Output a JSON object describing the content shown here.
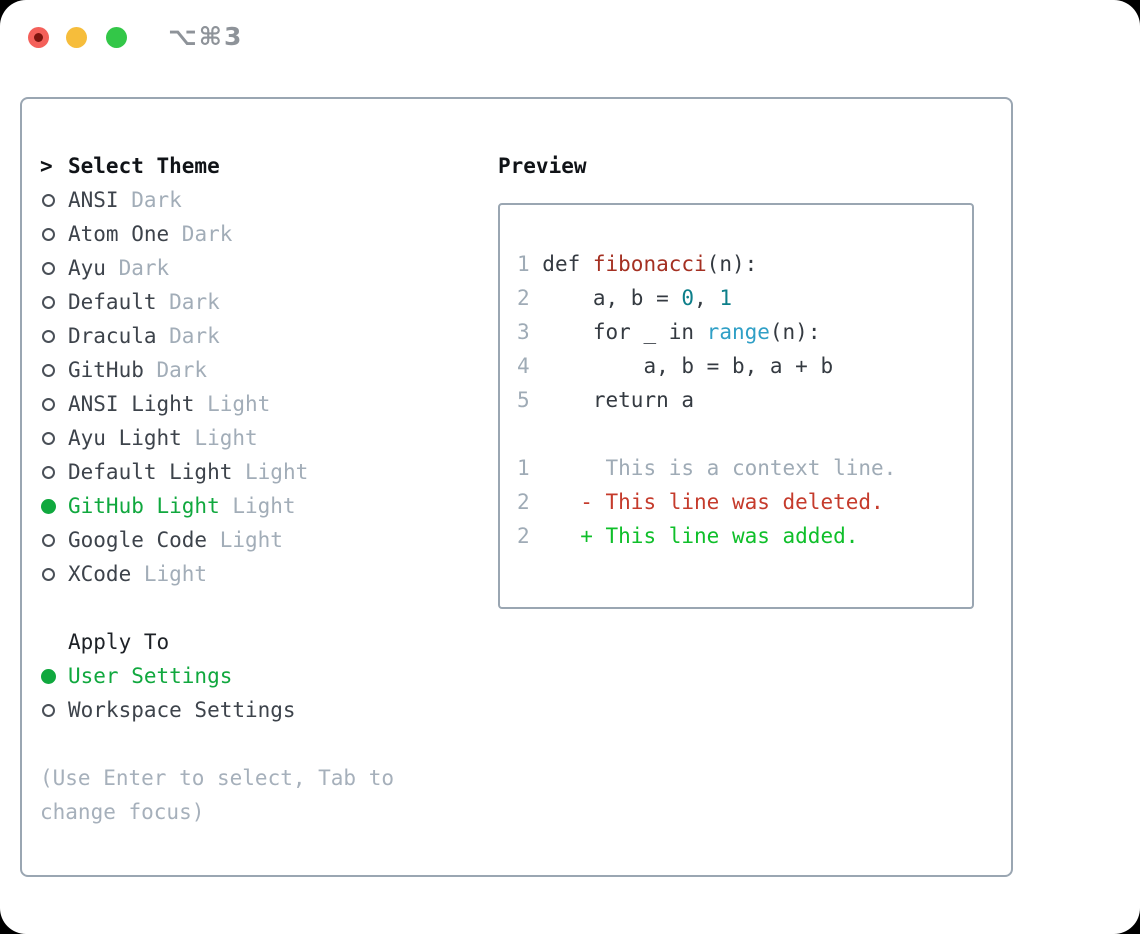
{
  "window": {
    "title_shortcut": "⌥⌘3",
    "traffic_lights": [
      "close",
      "minimize",
      "zoom"
    ],
    "colors": {
      "close": "#f4605a",
      "minimize": "#f6bd3b",
      "zoom": "#33c748"
    }
  },
  "theme_picker": {
    "header": "Select Theme",
    "items": [
      {
        "name": "ANSI",
        "variant": "Dark",
        "selected": false
      },
      {
        "name": "Atom One",
        "variant": "Dark",
        "selected": false
      },
      {
        "name": "Ayu",
        "variant": "Dark",
        "selected": false
      },
      {
        "name": "Default",
        "variant": "Dark",
        "selected": false
      },
      {
        "name": "Dracula",
        "variant": "Dark",
        "selected": false
      },
      {
        "name": "GitHub",
        "variant": "Dark",
        "selected": false
      },
      {
        "name": "ANSI Light",
        "variant": "Light",
        "selected": false
      },
      {
        "name": "Ayu Light",
        "variant": "Light",
        "selected": false
      },
      {
        "name": "Default Light",
        "variant": "Light",
        "selected": false
      },
      {
        "name": "GitHub Light",
        "variant": "Light",
        "selected": true
      },
      {
        "name": "Google Code",
        "variant": "Light",
        "selected": false
      },
      {
        "name": "XCode",
        "variant": "Light",
        "selected": false
      }
    ],
    "apply_to": {
      "header": "Apply To",
      "options": [
        {
          "label": "User Settings",
          "selected": true
        },
        {
          "label": "Workspace Settings",
          "selected": false
        }
      ]
    },
    "hint": "(Use Enter to select, Tab to change focus)",
    "selection_color": "#10a83e"
  },
  "preview": {
    "header": "Preview",
    "code_lines": [
      {
        "num": "1",
        "tokens": [
          {
            "t": "def ",
            "c": "d"
          },
          {
            "t": "fibonacci",
            "c": "fn"
          },
          {
            "t": "(n):",
            "c": "d"
          }
        ]
      },
      {
        "num": "2",
        "tokens": [
          {
            "t": "    a, b = ",
            "c": "d"
          },
          {
            "t": "0",
            "c": "num"
          },
          {
            "t": ", ",
            "c": "d"
          },
          {
            "t": "1",
            "c": "num"
          }
        ]
      },
      {
        "num": "3",
        "tokens": [
          {
            "t": "    for _ in ",
            "c": "d"
          },
          {
            "t": "range",
            "c": "bi"
          },
          {
            "t": "(n):",
            "c": "d"
          }
        ]
      },
      {
        "num": "4",
        "tokens": [
          {
            "t": "        a, b = b, a + b",
            "c": "d"
          }
        ]
      },
      {
        "num": "5",
        "tokens": [
          {
            "t": "    return a",
            "c": "d"
          }
        ]
      },
      {
        "blank": true
      },
      {
        "num": "1",
        "tokens": [
          {
            "t": "     This is a context line.",
            "c": "mut"
          }
        ]
      },
      {
        "num": "2",
        "tokens": [
          {
            "t": "   - This line was deleted.",
            "c": "del"
          }
        ]
      },
      {
        "num": "2",
        "tokens": [
          {
            "t": "   + This line was added.",
            "c": "add"
          }
        ]
      }
    ],
    "syntax_colors": {
      "default": "#343a41",
      "function": "#a43022",
      "number": "#0d7f8a",
      "builtin": "#2f9fc6",
      "context": "#9fabb6",
      "deleted": "#c53b2c",
      "added": "#0fbf2a"
    }
  }
}
